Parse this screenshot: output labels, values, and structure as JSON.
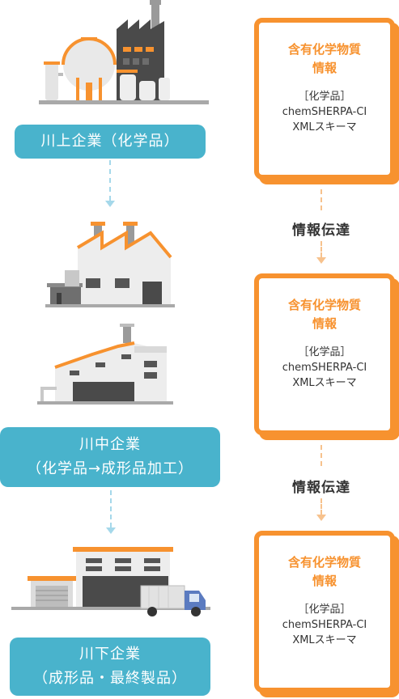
{
  "companies": {
    "upstream": {
      "line1": "川上企業（化学品）",
      "line2": ""
    },
    "midstream": {
      "line1": "川中企業",
      "line2": "（化学品→成形品加工）"
    },
    "downstream": {
      "line1": "川下企業",
      "line2": "（成形品・最終製品）"
    }
  },
  "cards": [
    {
      "title1": "含有化学物質",
      "title2": "情報",
      "sub1": "［化学品］",
      "sub2": "chemSHERPA-CI",
      "sub3": "XMLスキーマ"
    },
    {
      "title1": "含有化学物質",
      "title2": "情報",
      "sub1": "［化学品］",
      "sub2": "chemSHERPA-CI",
      "sub3": "XMLスキーマ"
    },
    {
      "title1": "含有化学物質",
      "title2": "情報",
      "sub1": "［化学品］",
      "sub2": "chemSHERPA-CI",
      "sub3": "XMLスキーマ"
    }
  ],
  "flow_labels": [
    "情報伝達",
    "情報伝達"
  ],
  "colors": {
    "teal": "#49b3cc",
    "orange": "#f7922f",
    "gray_dark": "#4a4a4a",
    "gray_light": "#e6e6e6"
  }
}
